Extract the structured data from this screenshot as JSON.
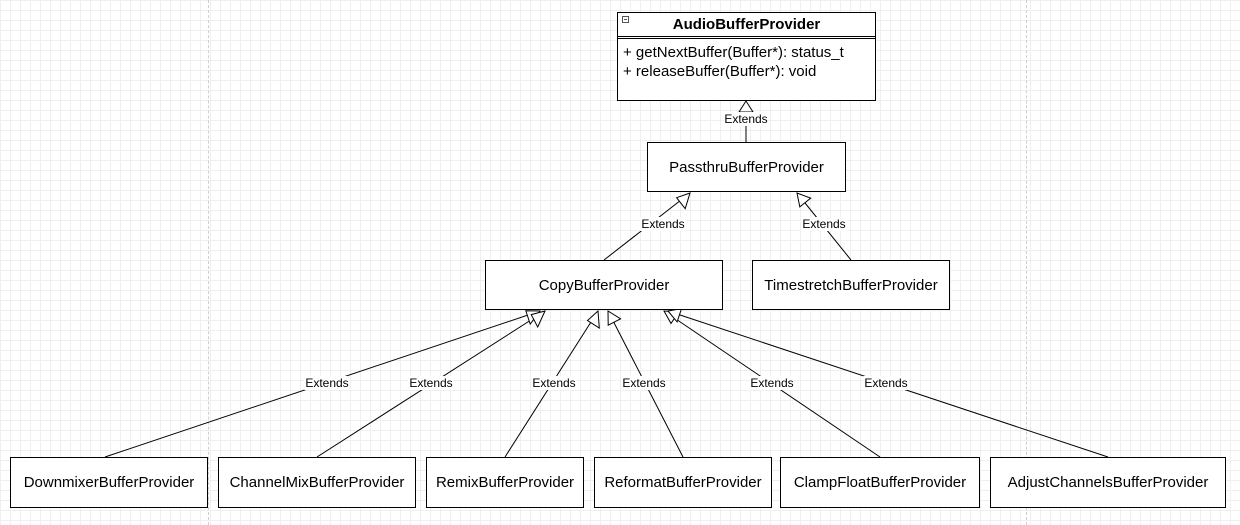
{
  "base_class": {
    "name": "AudioBufferProvider",
    "methods": [
      "+ getNextBuffer(Buffer*): status_t",
      "+ releaseBuffer(Buffer*): void"
    ]
  },
  "classes": {
    "passthru": "PassthruBufferProvider",
    "copy": "CopyBufferProvider",
    "timestretch": "TimestretchBufferProvider",
    "downmixer": "DownmixerBufferProvider",
    "channelmix": "ChannelMixBufferProvider",
    "remix": "RemixBufferProvider",
    "reformat": "ReformatBufferProvider",
    "clampfloat": "ClampFloatBufferProvider",
    "adjustchannels": "AdjustChannelsBufferProvider"
  },
  "edge_label": "Extends"
}
